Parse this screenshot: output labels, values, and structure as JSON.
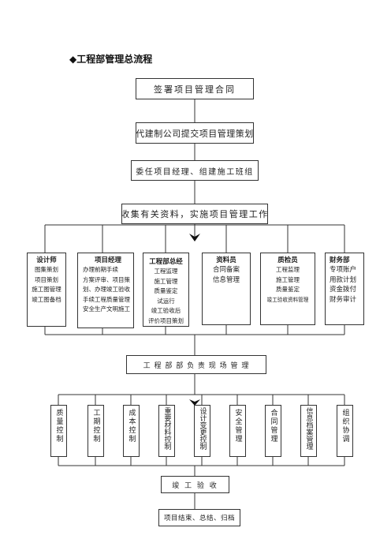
{
  "title": "◆工程部管理总流程",
  "flow": [
    "签署项目管理合同",
    "代建制公司提交项目管理策划",
    "委任项目经理、组建施工班组",
    "收集有关资料，实施项目管理工作"
  ],
  "departments": [
    {
      "title": "设计师",
      "lines": [
        "图集策划",
        "项目策划",
        "施工图管理",
        "竣工图备档"
      ]
    },
    {
      "title": "项目经理",
      "lines": [
        "办理前期手续",
        "方案评审、项目策",
        "划、办理竣工验收",
        "手续工程质量管理",
        "安全生产文明施工"
      ]
    },
    {
      "title": "工程部总经",
      "lines": [
        "工程监理",
        "施工管理",
        "质量鉴定",
        "试运行",
        "竣工验收后",
        "评价项目策划"
      ]
    },
    {
      "title": "资料员",
      "lines": [
        "合同备案",
        "信息管理"
      ]
    },
    {
      "title": "质检员",
      "lines": [
        "工程监理",
        "施工管理",
        "质量鉴定",
        "竣工验收资料管理"
      ]
    },
    {
      "title": "财务部",
      "lines": [
        "专项账户",
        "用款计划",
        "资金拨付",
        "财务审计"
      ]
    }
  ],
  "site_management": "工 程 部 部 负 责 现 场 管 理",
  "controls": [
    "质量控制",
    "工期控制",
    "成本控制",
    "重要材料控制",
    "设计变更控制",
    "安全管理",
    "合同管理",
    "信息档案管理",
    "组织协调"
  ],
  "acceptance": "竣 工 验 收",
  "final": "项目结束、总结、归档"
}
